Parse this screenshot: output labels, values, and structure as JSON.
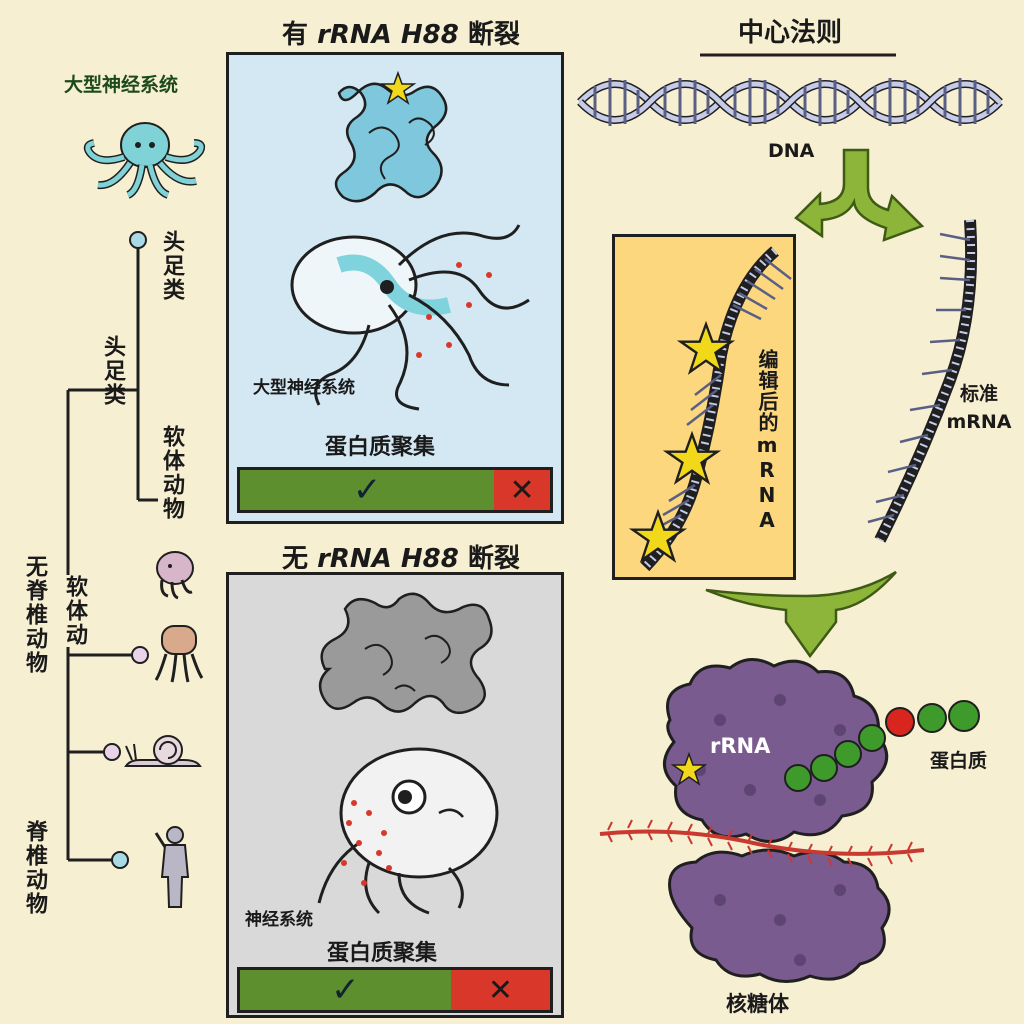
{
  "tree": {
    "top_label": "大型神经系统",
    "cephalopods_leaf": "头足类",
    "cephalopods_node": "头足类",
    "mollusks_leaf": "软体动物",
    "mollusks_node": "软体动",
    "invertebrates": "无脊椎动物",
    "vertebrates": "脊椎动物"
  },
  "panel_top": {
    "title_prefix": "有 ",
    "title_em": "rRNA H88",
    "title_suffix": " 断裂",
    "nervous_label": "大型神经系统",
    "aggregation_label": "蛋白质聚集",
    "ok_fraction": 0.82,
    "ok_symbol": "✓",
    "fail_symbol": "✕"
  },
  "panel_bottom": {
    "title_prefix": "无 ",
    "title_em": "rRNA H88",
    "title_suffix": " 断裂",
    "nervous_label": "神经系统",
    "aggregation_label": "蛋白质聚集",
    "ok_fraction": 0.68,
    "ok_symbol": "✓",
    "fail_symbol": "✕"
  },
  "dogma": {
    "title": "中心法则",
    "dna": "DNA",
    "edited_mrna": "编辑后的mRNA",
    "standard_mrna": "标准mRNA",
    "rrna": "rRNA",
    "protein": "蛋白质",
    "ribosome": "核糖体"
  },
  "colors": {
    "background": "#f7efd2",
    "top_panel": "#d3e8f3",
    "bottom_panel": "#d9d9d9",
    "edited_box": "#fcd77e",
    "ribosome": "#7a5b8f",
    "arrow": "#8db53a",
    "check_green": "#5e8f2e",
    "cross_red": "#d8372a",
    "octopus": "#7fd3d6"
  }
}
